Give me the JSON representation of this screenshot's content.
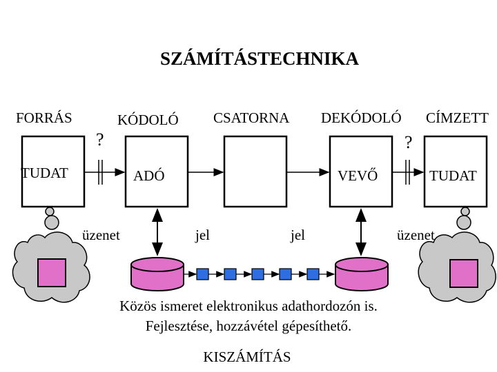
{
  "title": "SZÁMÍTÁSTECHNIKA",
  "headers": {
    "source": "FORRÁS",
    "encoder": "KÓDOLÓ",
    "channel": "CSATORNA",
    "decoder": "DEKÓDOLÓ",
    "recipient": "CÍMZETT"
  },
  "question_mark": "?",
  "boxes": {
    "source_mind": "TUDAT",
    "transmitter": "ADÓ",
    "receiver": "VEVŐ",
    "recipient_mind": "TUDAT"
  },
  "labels": {
    "message_left": "üzenet",
    "signal_left": "jel",
    "signal_right": "jel",
    "message_right": "üzenet"
  },
  "caption": {
    "line1": "Közös  ismeret elektronikus adathordozón is.",
    "line2": "Fejlesztése, hozzávétel gépesíthető.",
    "footer": "KISZÁMÍTÁS"
  },
  "colors": {
    "database": "#e070c8",
    "mind_square": "#e070c8",
    "cloud": "#c8c8c8",
    "signal_node": "#2e6ee0"
  }
}
